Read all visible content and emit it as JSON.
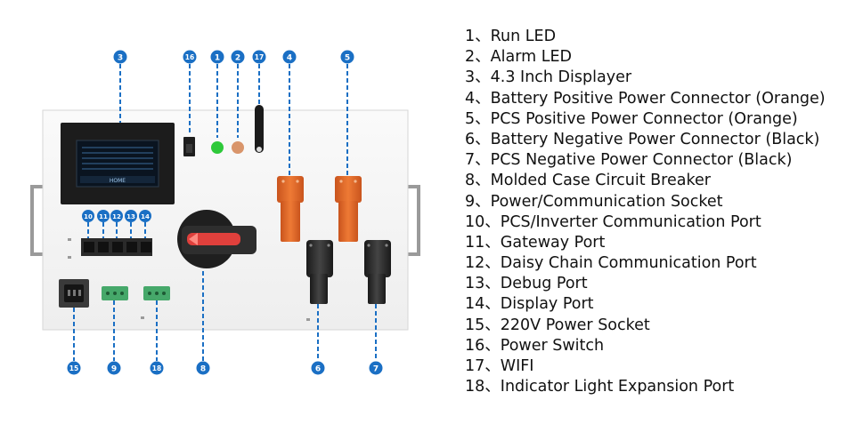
{
  "legend": {
    "items": [
      {
        "num": "1",
        "label": "Run LED"
      },
      {
        "num": "2",
        "label": "Alarm LED"
      },
      {
        "num": "3",
        "label": "4.3 Inch Displayer"
      },
      {
        "num": "4",
        "label": "Battery Positive Power Connector (Orange)"
      },
      {
        "num": "5",
        "label": "PCS Positive Power Connector (Orange)"
      },
      {
        "num": "6",
        "label": "Battery Negative Power Connector (Black)"
      },
      {
        "num": "7",
        "label": "PCS Negative Power Connector (Black)"
      },
      {
        "num": "8",
        "label": "Molded Case Circuit Breaker"
      },
      {
        "num": "9",
        "label": "Power/Communication Socket"
      },
      {
        "num": "10",
        "label": "PCS/Inverter Communication Port"
      },
      {
        "num": "11",
        "label": "Gateway Port"
      },
      {
        "num": "12",
        "label": "Daisy Chain Communication Port"
      },
      {
        "num": "13",
        "label": "Debug Port"
      },
      {
        "num": "14",
        "label": "Display Port"
      },
      {
        "num": "15",
        "label": "220V Power Socket"
      },
      {
        "num": "16",
        "label": "Power Switch"
      },
      {
        "num": "17",
        "label": "WIFI"
      },
      {
        "num": "18",
        "label": "Indicator Light Expansion Port"
      }
    ],
    "separator": "、"
  },
  "screen": {
    "home_label": "HOME"
  },
  "colors": {
    "badge": "#1a6fc4",
    "leader": "#1a6fc4",
    "panel": "#f4f4f4",
    "orange_connector": "#e3692a",
    "black_connector": "#2b2b2b",
    "run_led": "#2ec93a",
    "alarm_led": "#d9956b",
    "green_terminal": "#46a86a",
    "breaker_red": "#e0403c"
  }
}
